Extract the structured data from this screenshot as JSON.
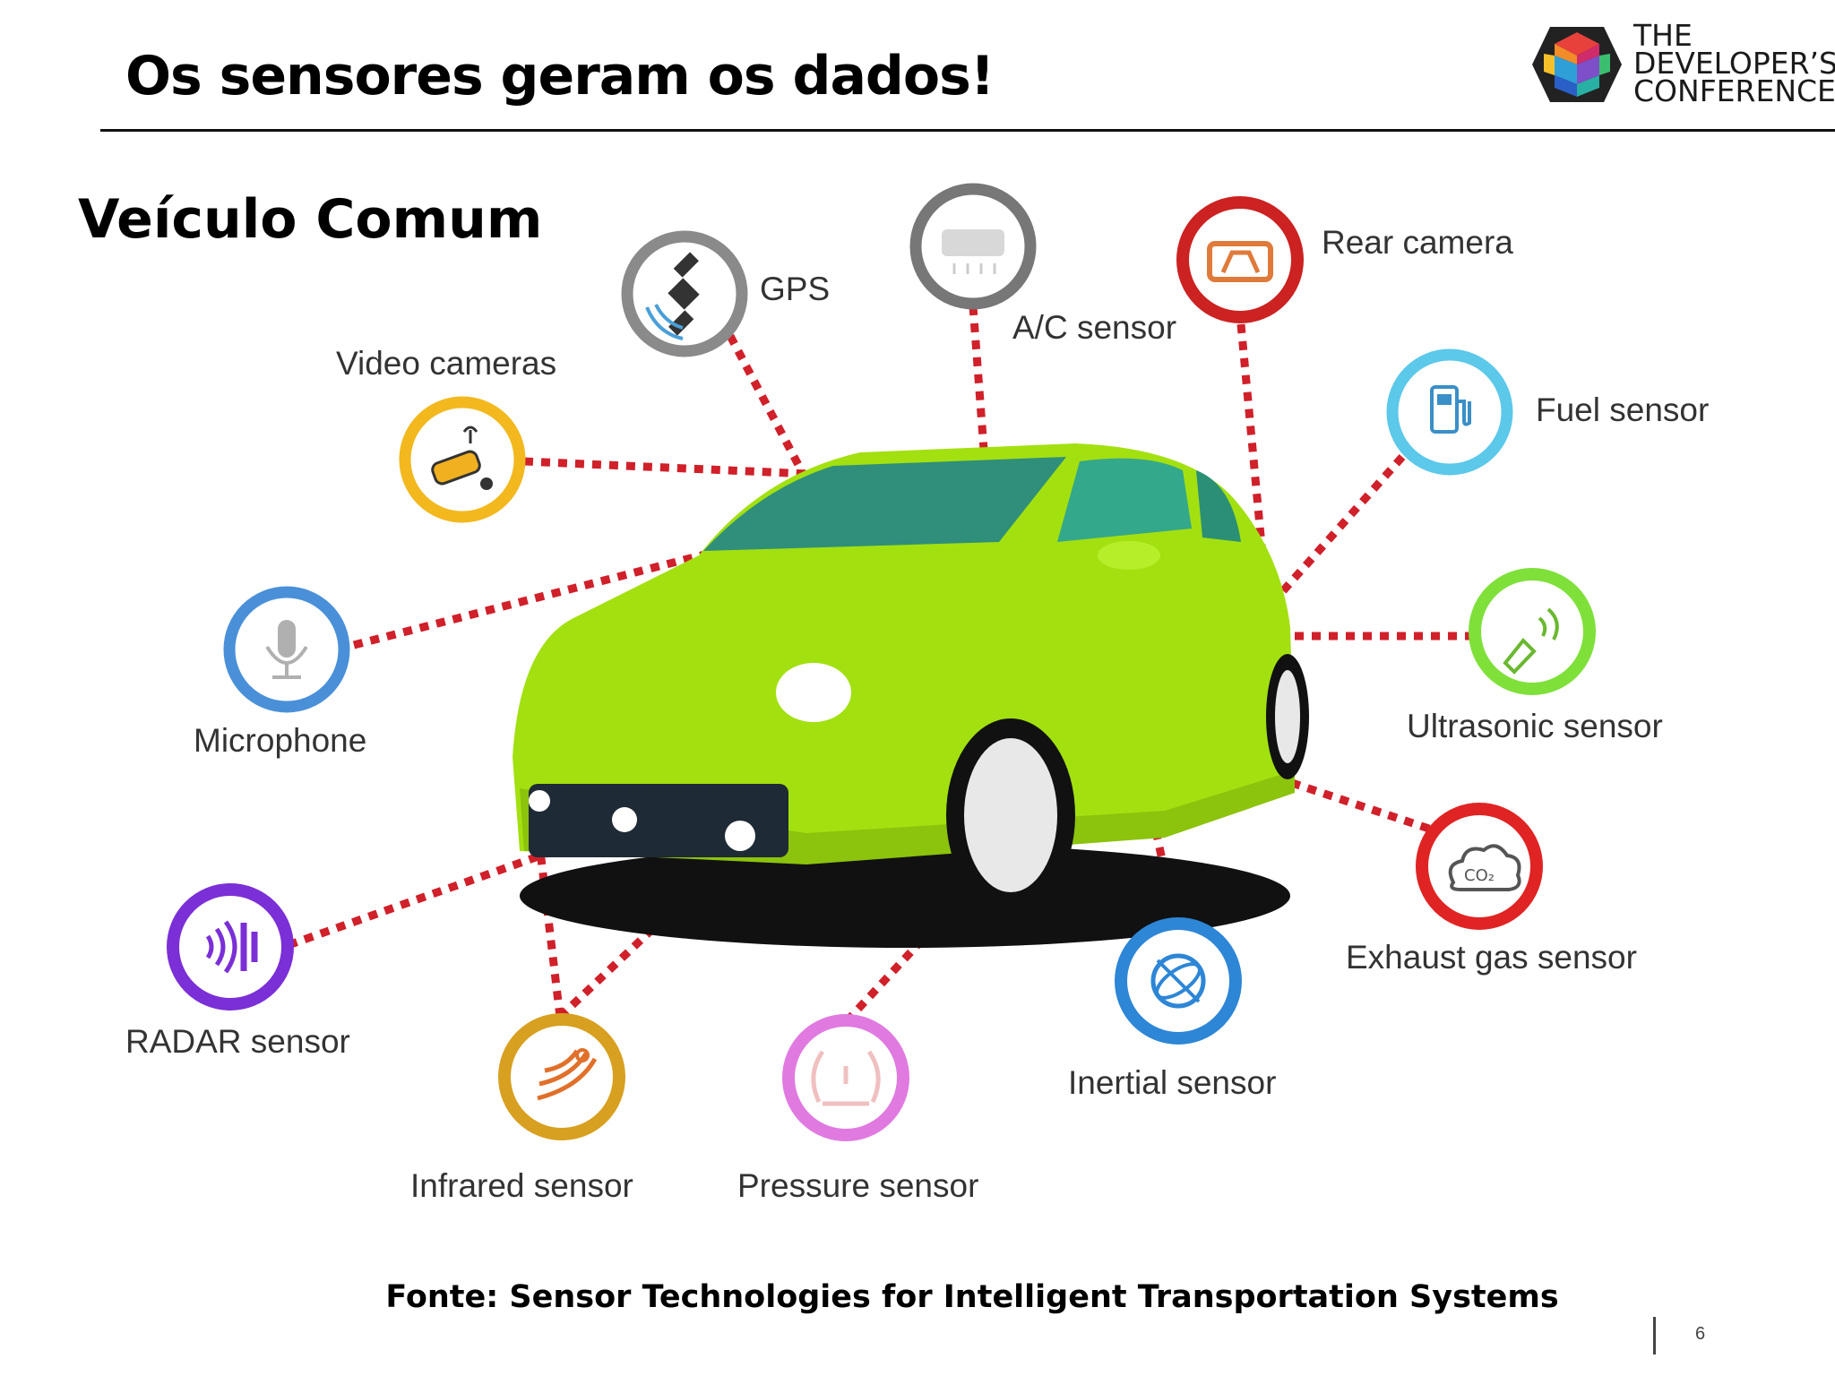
{
  "slide": {
    "title": "Os sensores geram os dados!",
    "subtitle": "Veículo Comum",
    "caption": "Fonte: Sensor Technologies for Intelligent Transportation Systems",
    "page_number": "6"
  },
  "logo": {
    "line1": "THE",
    "line2": "DEVELOPER’S",
    "line3": "CONFERENCE"
  },
  "sensors": {
    "gps": "GPS",
    "ac": "A/C sensor",
    "rear_camera": "Rear camera",
    "video_cameras": "Video cameras",
    "fuel": "Fuel sensor",
    "microphone": "Microphone",
    "ultrasonic": "Ultrasonic  sensor",
    "radar": "RADAR sensor",
    "exhaust": "Exhaust gas sensor",
    "inertial": "Inertial sensor",
    "infrared": "Infrared sensor",
    "pressure": "Pressure sensor"
  },
  "colors": {
    "link_line": "#d0202a",
    "car_body": "#a3e010",
    "gps_ring": "#8a8a8a",
    "ac_ring": "#777777",
    "rear_camera_ring": "#cc2222",
    "video_cameras_ring": "#f2b81e",
    "fuel_ring": "#5cc8ea",
    "microphone_ring": "#4a90d9",
    "ultrasonic_ring": "#7fe03a",
    "radar_ring": "#7b2fd6",
    "exhaust_ring": "#e02424",
    "inertial_ring": "#2d86d6",
    "infrared_ring": "#d8a020",
    "pressure_ring": "#e07ae0"
  }
}
